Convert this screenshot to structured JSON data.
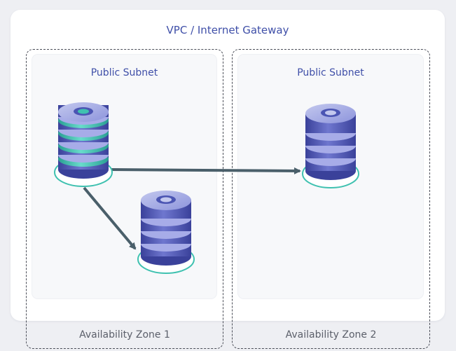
{
  "vpc": {
    "title": "VPC / Internet Gateway"
  },
  "zones": [
    {
      "label": "Availability Zone 1",
      "subnet": "Public Subnet"
    },
    {
      "label": "Availability Zone 2",
      "subnet": "Public Subnet"
    }
  ],
  "colors": {
    "accent": "#3f4fa8",
    "teal": "#3fc1b0",
    "db_blue": "#4b55b3",
    "arrow": "#4a5f6a"
  },
  "icons": [
    "database-icon-primary",
    "database-icon-replica",
    "database-icon-standby"
  ]
}
